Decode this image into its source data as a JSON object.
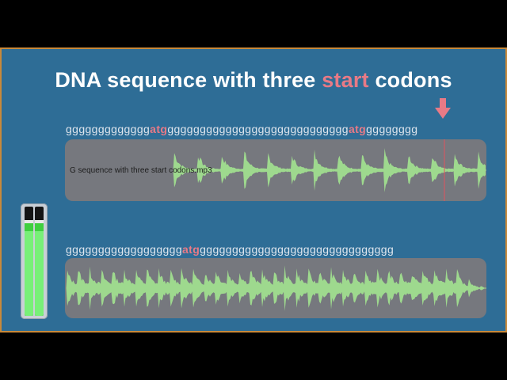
{
  "title": {
    "before": "DNA sequence with three ",
    "highlight": "start",
    "after": " codons"
  },
  "sequence1": {
    "before": "ggggggggggggg",
    "codon1": "atg",
    "middle": "gggggggggggggggggggggggggggg",
    "codon2": "atg",
    "after": "gggggggg"
  },
  "sequence2": {
    "before": "gggggggggggggggggg",
    "codon": "atg",
    "after": "gggggggggggggggggggggggggggggg"
  },
  "track1": {
    "clip_name": "G sequence with three start codons.mp3"
  },
  "meter": {
    "left_level": 0.85,
    "right_level": 0.85
  },
  "colors": {
    "background": "#2e6d96",
    "border": "#c9893a",
    "highlight": "#e87a86",
    "waveform": "#9ed98e",
    "track": "#76787e",
    "playhead": "#e2525e"
  },
  "icons": {
    "arrow": "down-arrow-icon"
  }
}
